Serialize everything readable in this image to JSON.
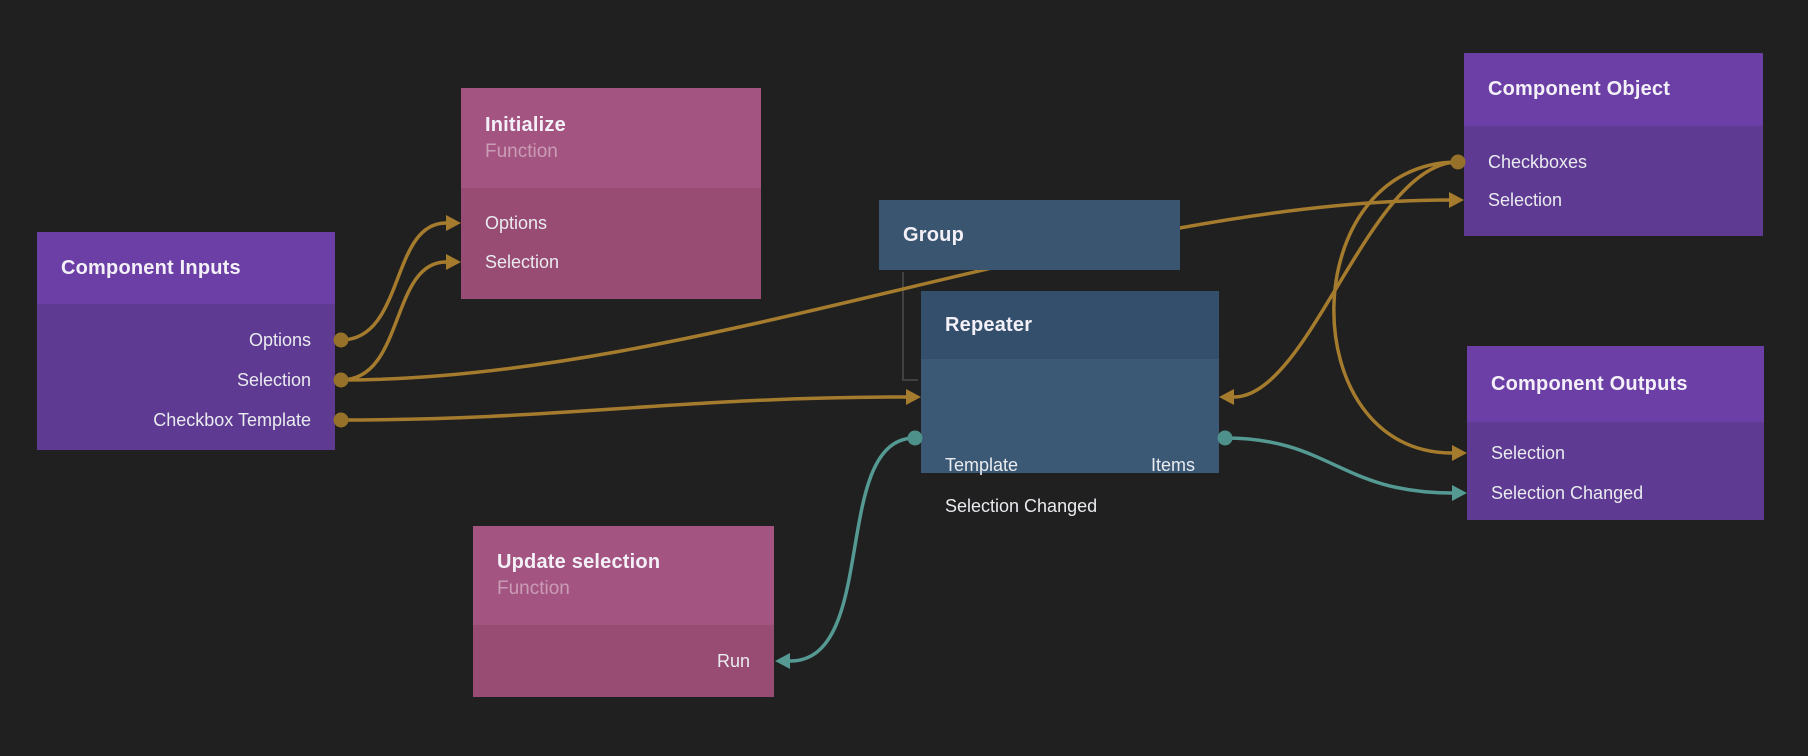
{
  "canvas": {
    "background": "#202020"
  },
  "palette": {
    "canvas-bg": "#202020",
    "gold": "#a57b2d",
    "gold-dot": "#96712a",
    "teal": "#549992",
    "teal-dot": "#4d918a",
    "hier": "#414141",
    "purple-hdr": "#6b3fa5",
    "purple-bd": "#5e3a92",
    "pink-hdr": "#a35480",
    "pink-bd": "#984c74",
    "blue-hdr": "#344f6b",
    "blue-bd": "#3b5875",
    "group-bg": "#3a5570"
  },
  "nodes": {
    "component_inputs": {
      "title": "Component Inputs",
      "ports": [
        {
          "label": "Options",
          "direction": "output"
        },
        {
          "label": "Selection",
          "direction": "output"
        },
        {
          "label": "Checkbox Template",
          "direction": "output"
        }
      ]
    },
    "initialize": {
      "title": "Initialize",
      "subtitle": "Function",
      "ports": [
        {
          "label": "Options",
          "direction": "input"
        },
        {
          "label": "Selection",
          "direction": "input"
        }
      ]
    },
    "group": {
      "title": "Group"
    },
    "repeater": {
      "title": "Repeater",
      "ports": [
        {
          "label": "Template",
          "direction": "input"
        },
        {
          "label": "Items",
          "direction": "input"
        },
        {
          "label": "Selection Changed",
          "direction": "output"
        }
      ]
    },
    "update_selection": {
      "title": "Update selection",
      "subtitle": "Function",
      "ports": [
        {
          "label": "Run",
          "direction": "input"
        }
      ]
    },
    "component_object": {
      "title": "Component Object",
      "ports": [
        {
          "label": "Checkboxes",
          "direction": "output"
        },
        {
          "label": "Selection",
          "direction": "input"
        }
      ]
    },
    "component_outputs": {
      "title": "Component Outputs",
      "ports": [
        {
          "label": "Selection",
          "direction": "input"
        },
        {
          "label": "Selection Changed",
          "direction": "input"
        }
      ]
    }
  },
  "connections": [
    {
      "from": "Component Inputs.Options",
      "to": "Initialize.Options",
      "color": "gold"
    },
    {
      "from": "Component Inputs.Selection",
      "to": "Initialize.Selection",
      "color": "gold"
    },
    {
      "from": "Component Inputs.Selection",
      "to": "Component Object.Selection",
      "color": "gold"
    },
    {
      "from": "Component Inputs.Checkbox Template",
      "to": "Repeater.Template",
      "color": "gold"
    },
    {
      "from": "Component Object.Checkboxes",
      "to": "Repeater.Items",
      "color": "gold"
    },
    {
      "from": "Component Object.Checkboxes",
      "to": "Component Outputs.Selection",
      "color": "gold"
    },
    {
      "from": "Repeater.Selection Changed",
      "to": "Component Outputs.Selection Changed",
      "color": "teal"
    },
    {
      "from": "Repeater.Selection Changed",
      "to": "Update selection.Run",
      "color": "teal"
    },
    {
      "parent": "Group",
      "child": "Repeater",
      "type": "hierarchy"
    }
  ]
}
